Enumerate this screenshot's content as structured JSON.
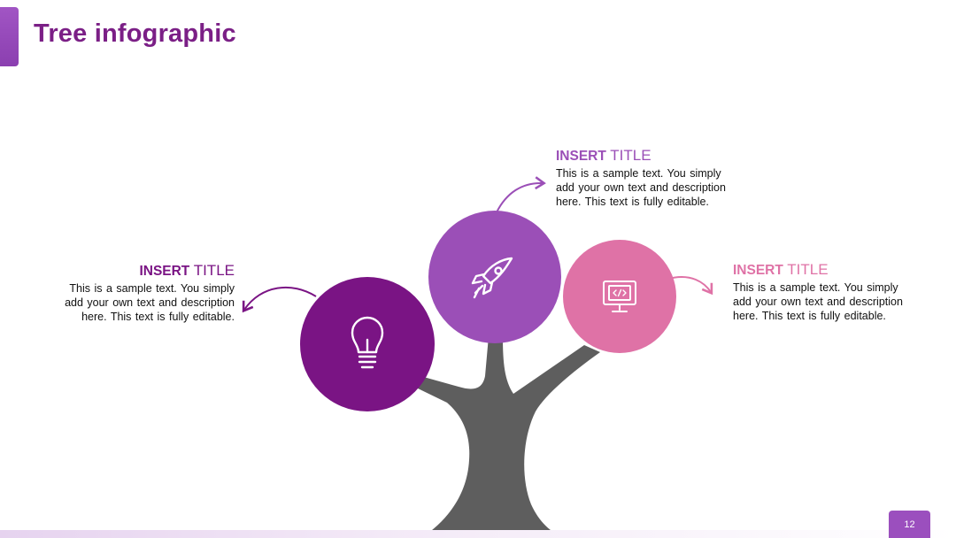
{
  "slide": {
    "title": "Tree infographic",
    "page_number": "12"
  },
  "items": [
    {
      "id": "left",
      "title_bold": "INSERT",
      "title_rest": "TITLE",
      "description": "This is a sample text. You simply add your own text and description here. This text is fully editable.",
      "icon": "lightbulb-icon",
      "color": "#7a1484"
    },
    {
      "id": "top",
      "title_bold": "INSERT",
      "title_rest": "TITLE",
      "description": "This is a sample text. You simply add your own text and description here. This text is fully editable.",
      "icon": "rocket-icon",
      "color": "#9b4fb7"
    },
    {
      "id": "right",
      "title_bold": "INSERT",
      "title_rest": "TITLE",
      "description": "This is a sample text. You simply add your own text and description here. This text is fully editable.",
      "icon": "monitor-code-icon",
      "color": "#df72a6"
    }
  ],
  "colors": {
    "title": "#7b1f86",
    "trunk": "#5e5e5e",
    "accent": "#9b4fbe"
  }
}
